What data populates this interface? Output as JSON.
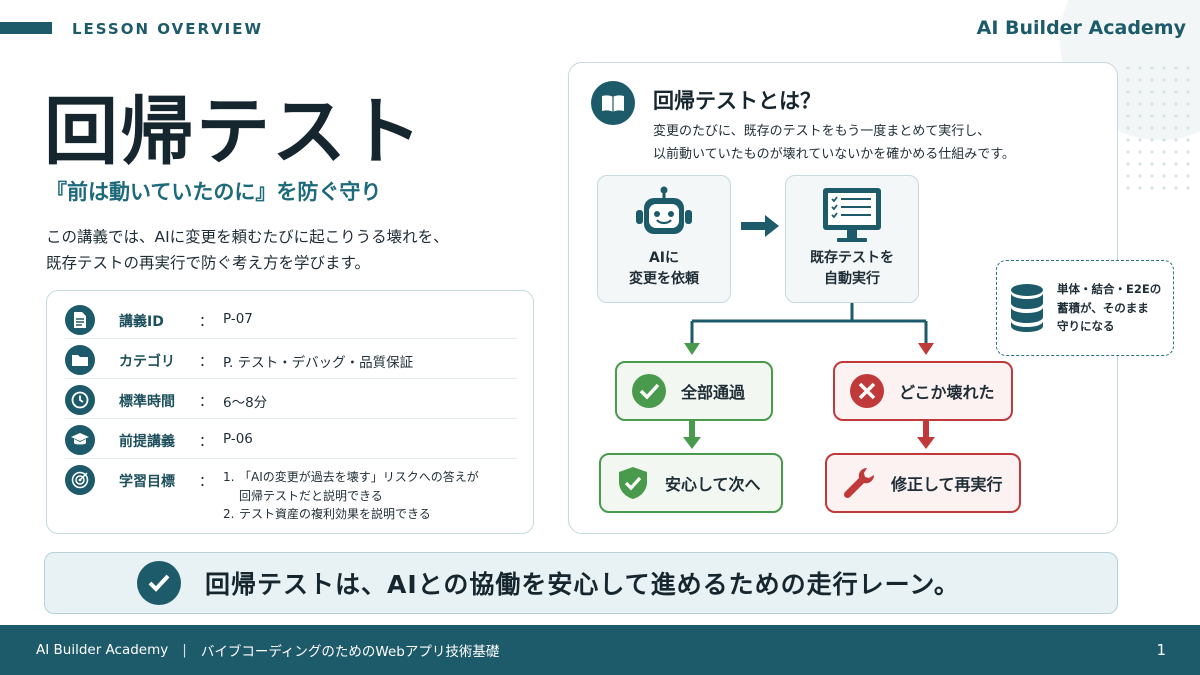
{
  "header": {
    "lesson_label": "LESSON OVERVIEW",
    "brand": "AI Builder Academy"
  },
  "title": "回帰テスト",
  "subtitle": "『前は動いていたのに』を防ぐ守り",
  "intro": {
    "line1": "この講義では、AIに変更を頼むたびに起こりうる壊れを、",
    "line2": "既存テストの再実行で防ぐ考え方を学びます。"
  },
  "info": {
    "separator": "：",
    "rows": [
      {
        "icon": "document-icon",
        "label": "講義ID",
        "value": "P-07"
      },
      {
        "icon": "folder-icon",
        "label": "カテゴリ",
        "value": "P. テスト・デバッグ・品質保証"
      },
      {
        "icon": "clock-icon",
        "label": "標準時間",
        "value": "6〜8分"
      },
      {
        "icon": "graduation-cap-icon",
        "label": "前提講義",
        "value": "P-06"
      }
    ],
    "goals": {
      "icon": "target-icon",
      "label": "学習目標",
      "items": [
        {
          "num": "1.",
          "line1": "「AIの変更が過去を壊す」リスクへの答えが",
          "line2": "回帰テストだと説明できる"
        },
        {
          "num": "2.",
          "line1": "テスト資産の複利効果を説明できる"
        }
      ]
    }
  },
  "diagram": {
    "icon": "book-icon",
    "title": "回帰テストとは？",
    "desc_line1": "変更のたびに、既存のテストをもう一度まとめて実行し、",
    "desc_line2": "以前動いていたものが壊れていないかを確かめる仕組みです。",
    "step1": {
      "icon": "robot-icon",
      "line1": "AIに",
      "line2": "変更を依頼"
    },
    "step2": {
      "icon": "monitor-checklist-icon",
      "line1": "既存テストを",
      "line2": "自動実行"
    },
    "pass": {
      "icon": "check-circle-icon",
      "label": "全部通過"
    },
    "fail": {
      "icon": "x-circle-icon",
      "label": "どこか壊れた"
    },
    "pass_next": {
      "icon": "shield-check-icon",
      "label": "安心して次へ"
    },
    "fail_next": {
      "icon": "wrench-icon",
      "label": "修正して再実行"
    },
    "colors": {
      "ok": "#4a9a4e",
      "ng": "#c0393b",
      "accent": "#1d5a6a"
    }
  },
  "side_note": {
    "icon": "database-icon",
    "line1": "単体・結合・E2Eの",
    "line2": "蓄積が、そのまま",
    "line3": "守りになる"
  },
  "banner": {
    "icon": "check-circle-icon",
    "text": "回帰テストは、AIとの協働を安心して進めるための走行レーン。"
  },
  "footer": {
    "brand": "AI Builder Academy",
    "separator": "|",
    "course": "バイブコーディングのためのWebアプリ技術基礎",
    "page": "1"
  }
}
